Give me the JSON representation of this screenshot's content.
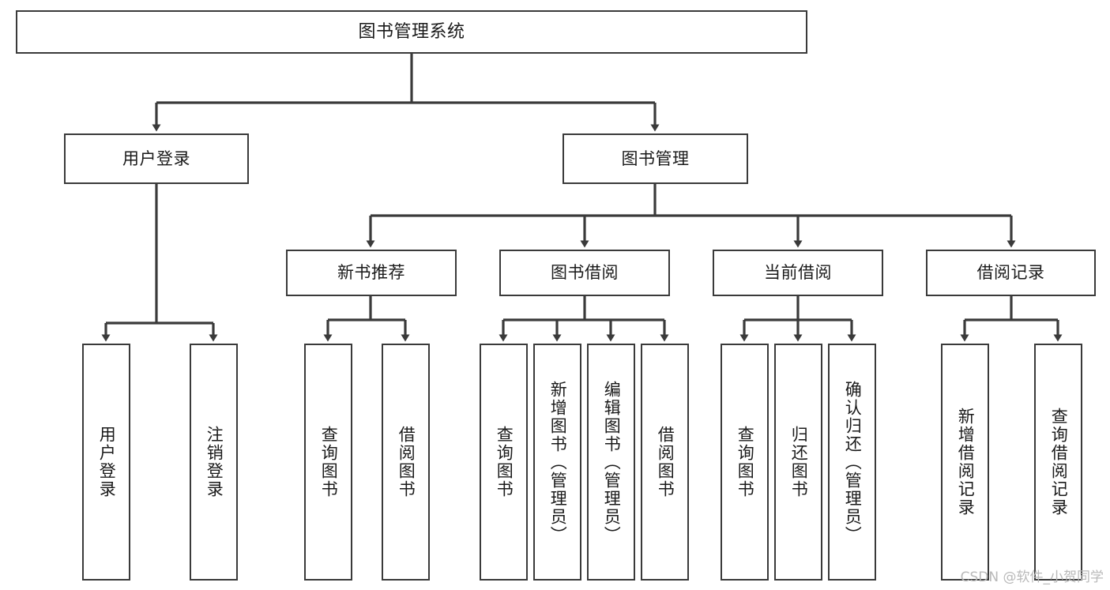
{
  "diagram": {
    "title": "图书管理系统",
    "type": "tree-hierarchy-diagram",
    "colors": {
      "border": "#3a3a3a",
      "background": "#ffffff",
      "text": "#1a1a1a",
      "edge": "#3a3a3a",
      "watermark": "#b9b9b9"
    },
    "watermark": "CSDN @软件_小贺同学"
  },
  "nodes": {
    "root": {
      "label": "图书管理系统"
    },
    "level2": [
      {
        "id": "user-login",
        "label": "用户登录"
      },
      {
        "id": "book-management",
        "label": "图书管理"
      }
    ],
    "level3": [
      {
        "id": "new-book-recommend",
        "label": "新书推荐"
      },
      {
        "id": "book-borrow",
        "label": "图书借阅"
      },
      {
        "id": "current-borrow",
        "label": "当前借阅"
      },
      {
        "id": "borrow-record",
        "label": "借阅记录"
      }
    ],
    "leaves": {
      "user_login": [
        {
          "id": "leaf-user-login",
          "label": "用户登录"
        },
        {
          "id": "leaf-logout-login",
          "label": "注销登录"
        }
      ],
      "new_book_recommend": [
        {
          "id": "leaf-query-book-1",
          "label": "查询图书"
        },
        {
          "id": "leaf-borrow-book-1",
          "label": "借阅图书"
        }
      ],
      "book_borrow": [
        {
          "id": "leaf-query-book-2",
          "label": "查询图书"
        },
        {
          "id": "leaf-add-book-admin",
          "label": "新增图书（管理员）"
        },
        {
          "id": "leaf-edit-book-admin",
          "label": "编辑图书（管理员）"
        },
        {
          "id": "leaf-borrow-book-2",
          "label": "借阅图书"
        }
      ],
      "current_borrow": [
        {
          "id": "leaf-query-book-3",
          "label": "查询图书"
        },
        {
          "id": "leaf-return-book",
          "label": "归还图书"
        },
        {
          "id": "leaf-confirm-return-admin",
          "label": "确认归还（管理员）"
        }
      ],
      "borrow_record": [
        {
          "id": "leaf-add-borrow-record",
          "label": "新增借阅记录"
        },
        {
          "id": "leaf-query-borrow-record",
          "label": "查询借阅记录"
        }
      ]
    }
  }
}
